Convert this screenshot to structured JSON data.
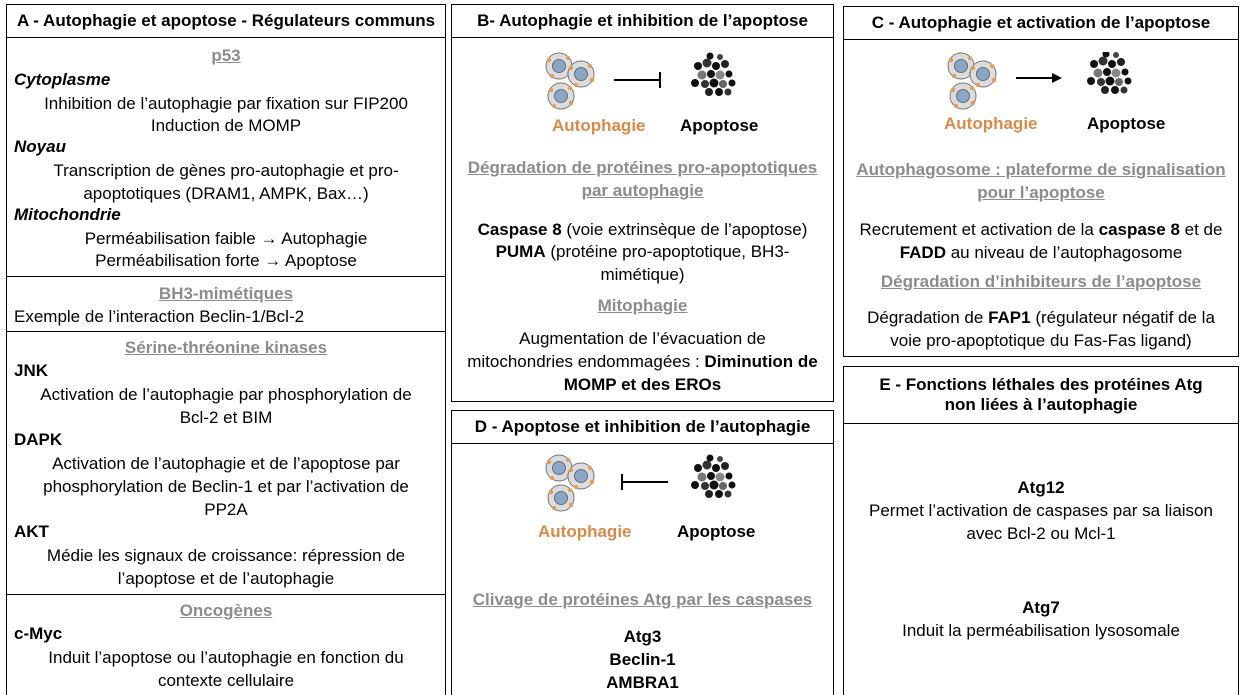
{
  "panelA": {
    "title": "A - Autophagie et apoptose - Régulateurs communs",
    "p53": {
      "heading": "p53",
      "cyto_label": "Cytoplasme",
      "cyto_l1": "Inhibition de l’autophagie par fixation sur FIP200",
      "cyto_l2": "Induction de MOMP",
      "noyau_label": "Noyau",
      "noyau_l1": "Transcription de gènes pro-autophagie et pro-",
      "noyau_l2": "apoptotiques (DRAM1, AMPK, Bax…)",
      "mito_label": "Mitochondrie",
      "mito_l1": "Perméabilisation faible → Autophagie",
      "mito_l2": "Perméabilisation forte  → Apoptose"
    },
    "bh3": {
      "heading": "BH3-mimétiques",
      "line": "Exemple de l’interaction Beclin-1/Bcl-2"
    },
    "kinases": {
      "heading": "Sérine-thréonine kinases",
      "jnk": "JNK",
      "jnk_l1": "Activation de l’autophagie par phosphorylation de",
      "jnk_l2": "Bcl-2 et BIM",
      "dapk": "DAPK",
      "dapk_l1": "Activation de l’autophagie et de l’apoptose par",
      "dapk_l2": "phosphorylation de Beclin-1 et par l’activation de",
      "dapk_l3": "PP2A",
      "akt": "AKT",
      "akt_l1": "Médie les signaux de croissance: répression de",
      "akt_l2": "l’apoptose et de l’autophagie"
    },
    "onco": {
      "heading": "Oncogènes",
      "cmyc": "c-Myc",
      "l1": "Induit l’apoptose ou l’autophagie en fonction du",
      "l2": "contexte cellulaire"
    }
  },
  "panelB": {
    "title": "B- Autophagie et inhibition de l’apoptose",
    "label_autophagie": "Autophagie",
    "label_apoptose": "Apoptose",
    "sect1_l1": "Dégradation de protéines pro-apoptotiques",
    "sect1_l2": "par autophagie",
    "casp8": "Caspase 8",
    "casp8_rest": " (voie extrinsèque de l’apoptose)",
    "puma": "PUMA",
    "puma_rest": " (protéine pro-apoptotique, BH3-",
    "puma_l2": "mimétique)",
    "sect2": "Mitophagie",
    "mito_l1": "Augmentation de l’évacuation de",
    "mito_l2a": "mitochondries endommagées :  ",
    "mito_l2b": "Diminution de",
    "mito_l3": "MOMP et des EROs"
  },
  "panelC": {
    "title": "C - Autophagie et activation de l’apoptose",
    "label_autophagie": "Autophagie",
    "label_apoptose": "Apoptose",
    "sect1_l1": "Autophagosome : plateforme de signalisation",
    "sect1_l2": "pour l’apoptose",
    "rec_l1a": "Recrutement et activation de la ",
    "rec_l1b": "caspase 8",
    "rec_l1c": " et de",
    "rec_l2a": "FADD",
    "rec_l2b": " au niveau de l’autophagosome",
    "sect2": "Dégradation d’inhibiteurs de l’apoptose",
    "deg_l1a": "Dégradation de ",
    "deg_l1b": "FAP1",
    "deg_l1c": " (régulateur négatif de la",
    "deg_l2": "voie pro-apoptotique du Fas-Fas ligand)"
  },
  "panelD": {
    "title": "D - Apoptose et inhibition de l’autophagie",
    "label_autophagie": "Autophagie",
    "label_apoptose": "Apoptose",
    "sect": "Clivage de protéines Atg par les caspases",
    "items": [
      "Atg3",
      "Beclin-1",
      "AMBRA1"
    ]
  },
  "panelE": {
    "title_l1": "E - Fonctions léthales des protéines Atg",
    "title_l2": "non liées à l’autophagie",
    "atg12": "Atg12",
    "atg12_l1": "Permet l’activation de caspases par sa liaison",
    "atg12_l2": "avec Bcl-2 ou Mcl-1",
    "atg7": "Atg7",
    "atg7_l1": "Induit la perméabilisation lysosomale"
  },
  "colors": {
    "orange": "#d98a4a",
    "grey_heading": "#8c8c8c"
  }
}
